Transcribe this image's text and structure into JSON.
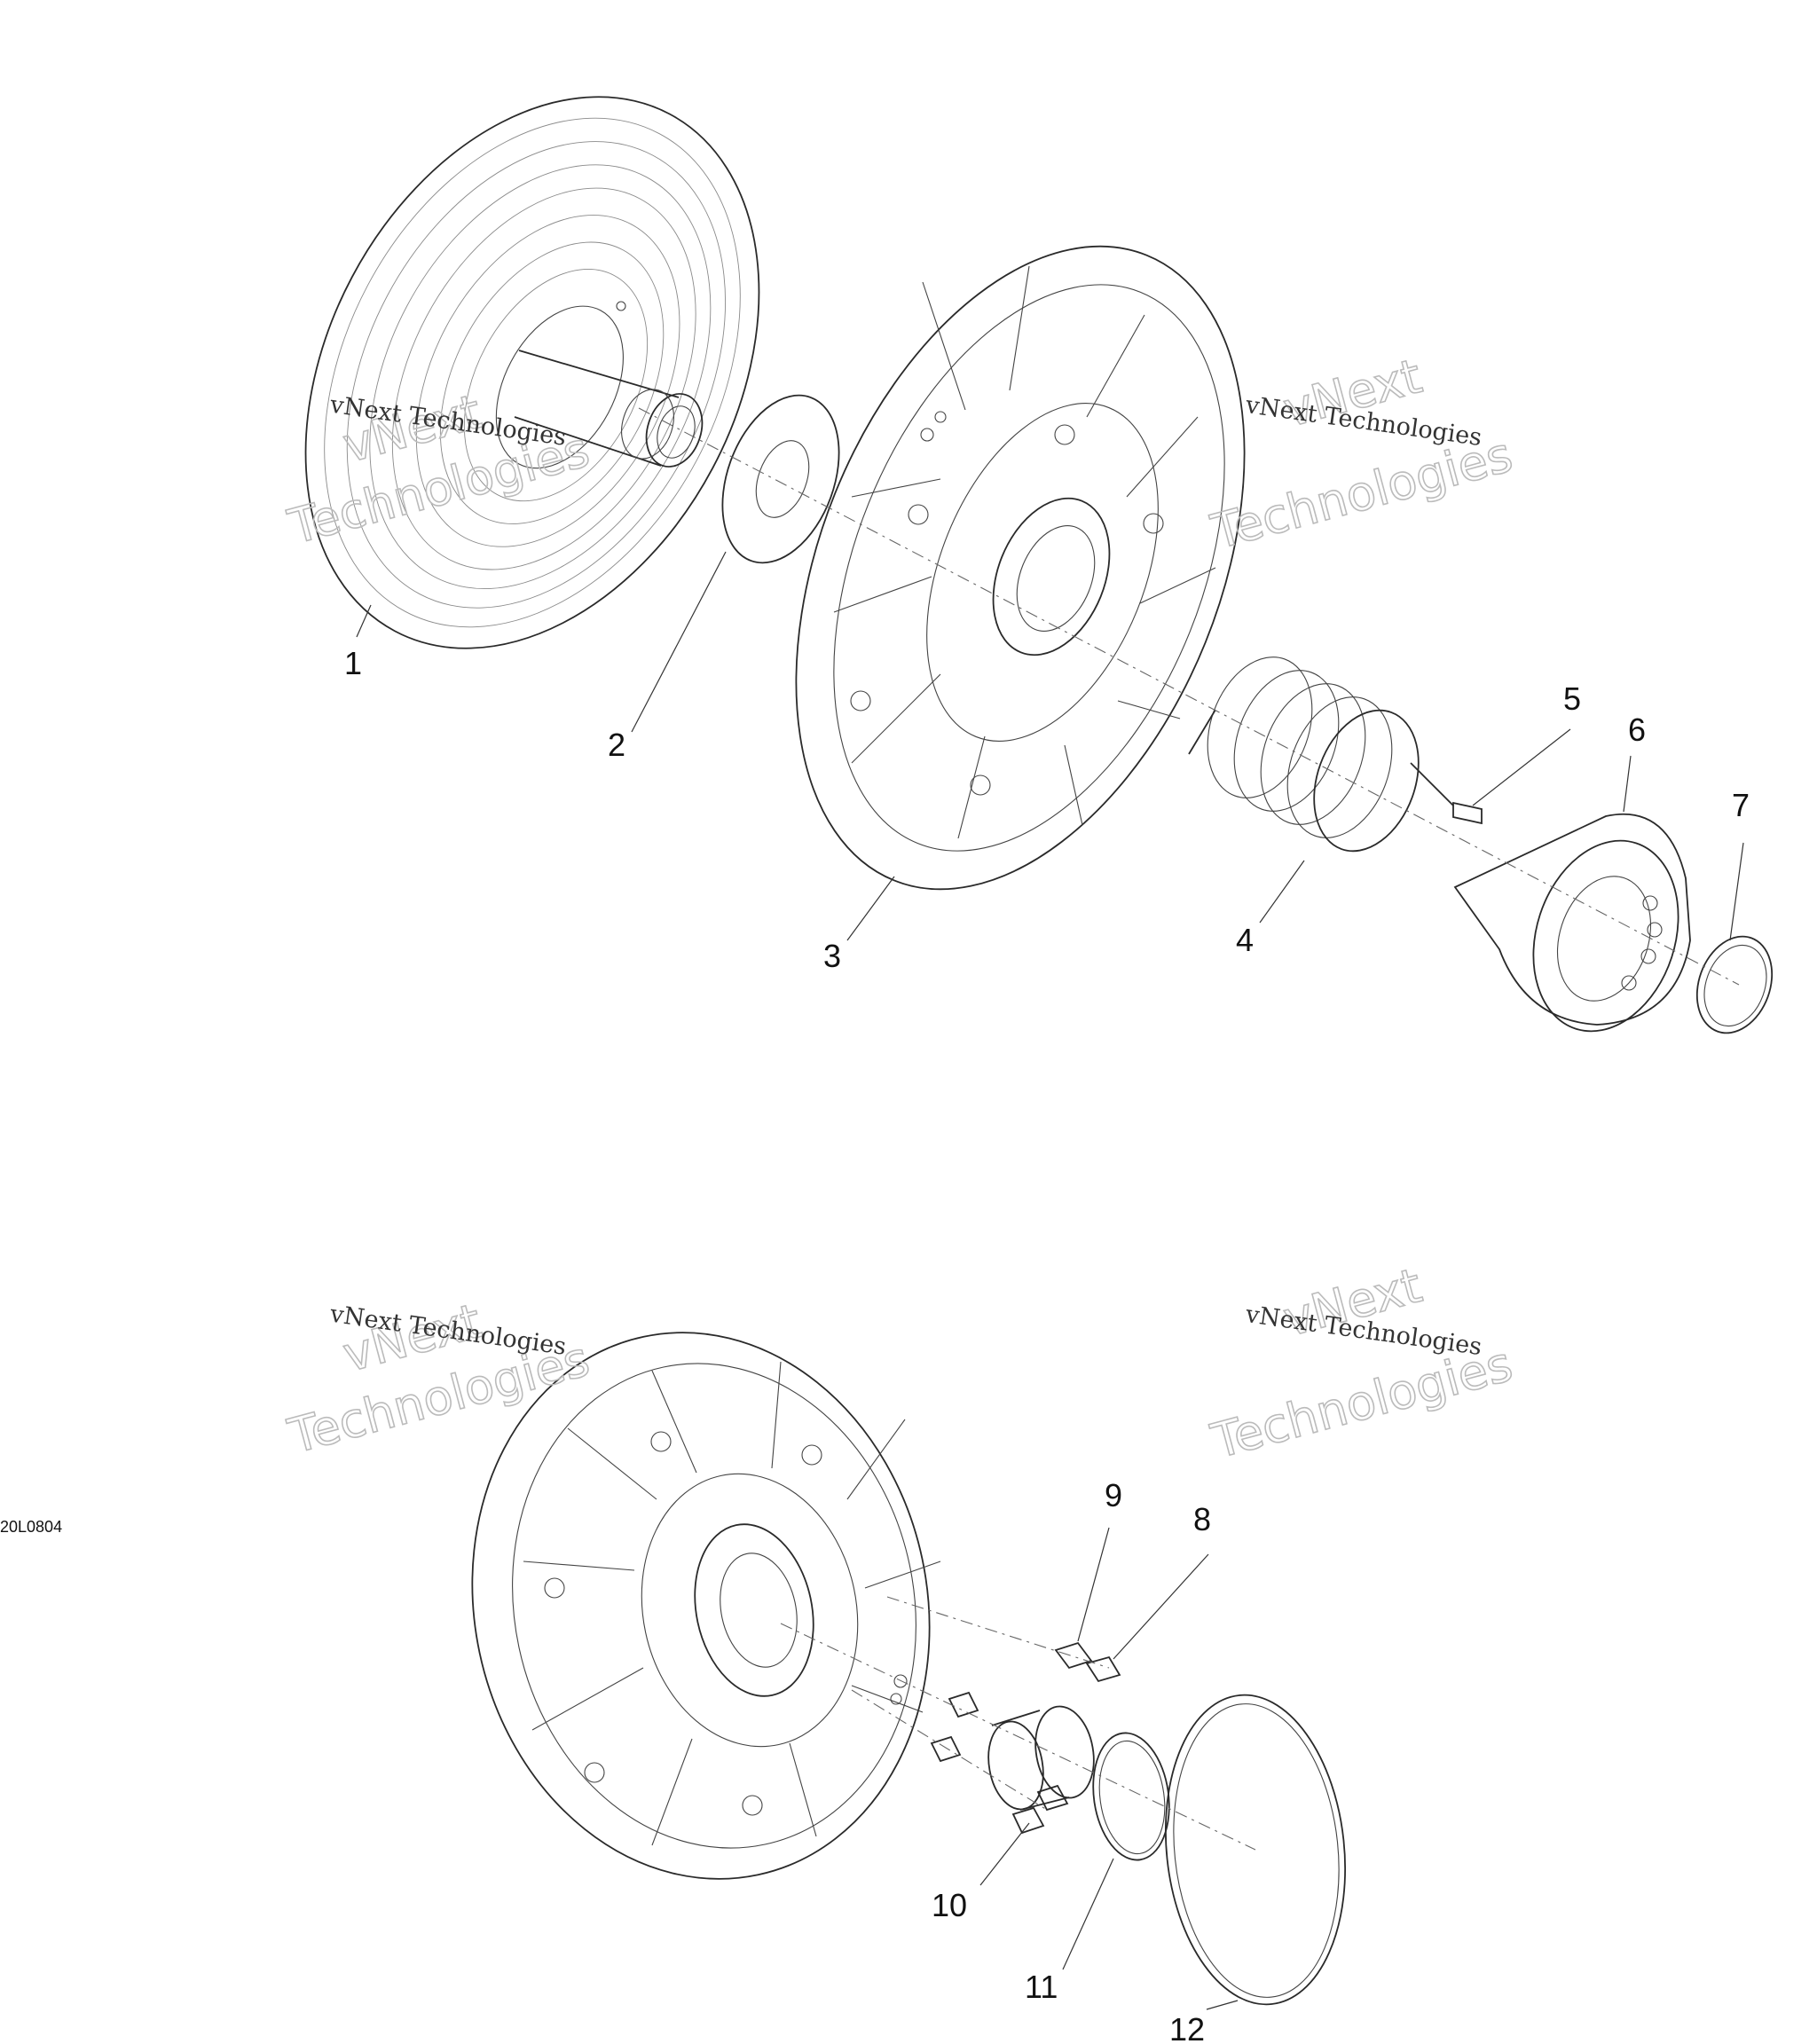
{
  "figure_code": "20L0804",
  "watermarks": [
    {
      "line1": "vNext Technologies",
      "line2": "vNext",
      "line3": "Technologies"
    },
    {
      "line1": "vNext Technologies",
      "line2": "vNext",
      "line3": "Technologies"
    },
    {
      "line1": "vNext Technologies",
      "line2": "vNext",
      "line3": "Technologies"
    },
    {
      "line1": "vNext Technologies",
      "line2": "vNext",
      "line3": "Technologies"
    }
  ],
  "callouts": [
    "1",
    "2",
    "3",
    "4",
    "5",
    "6",
    "7",
    "8",
    "9",
    "10",
    "11",
    "12"
  ]
}
